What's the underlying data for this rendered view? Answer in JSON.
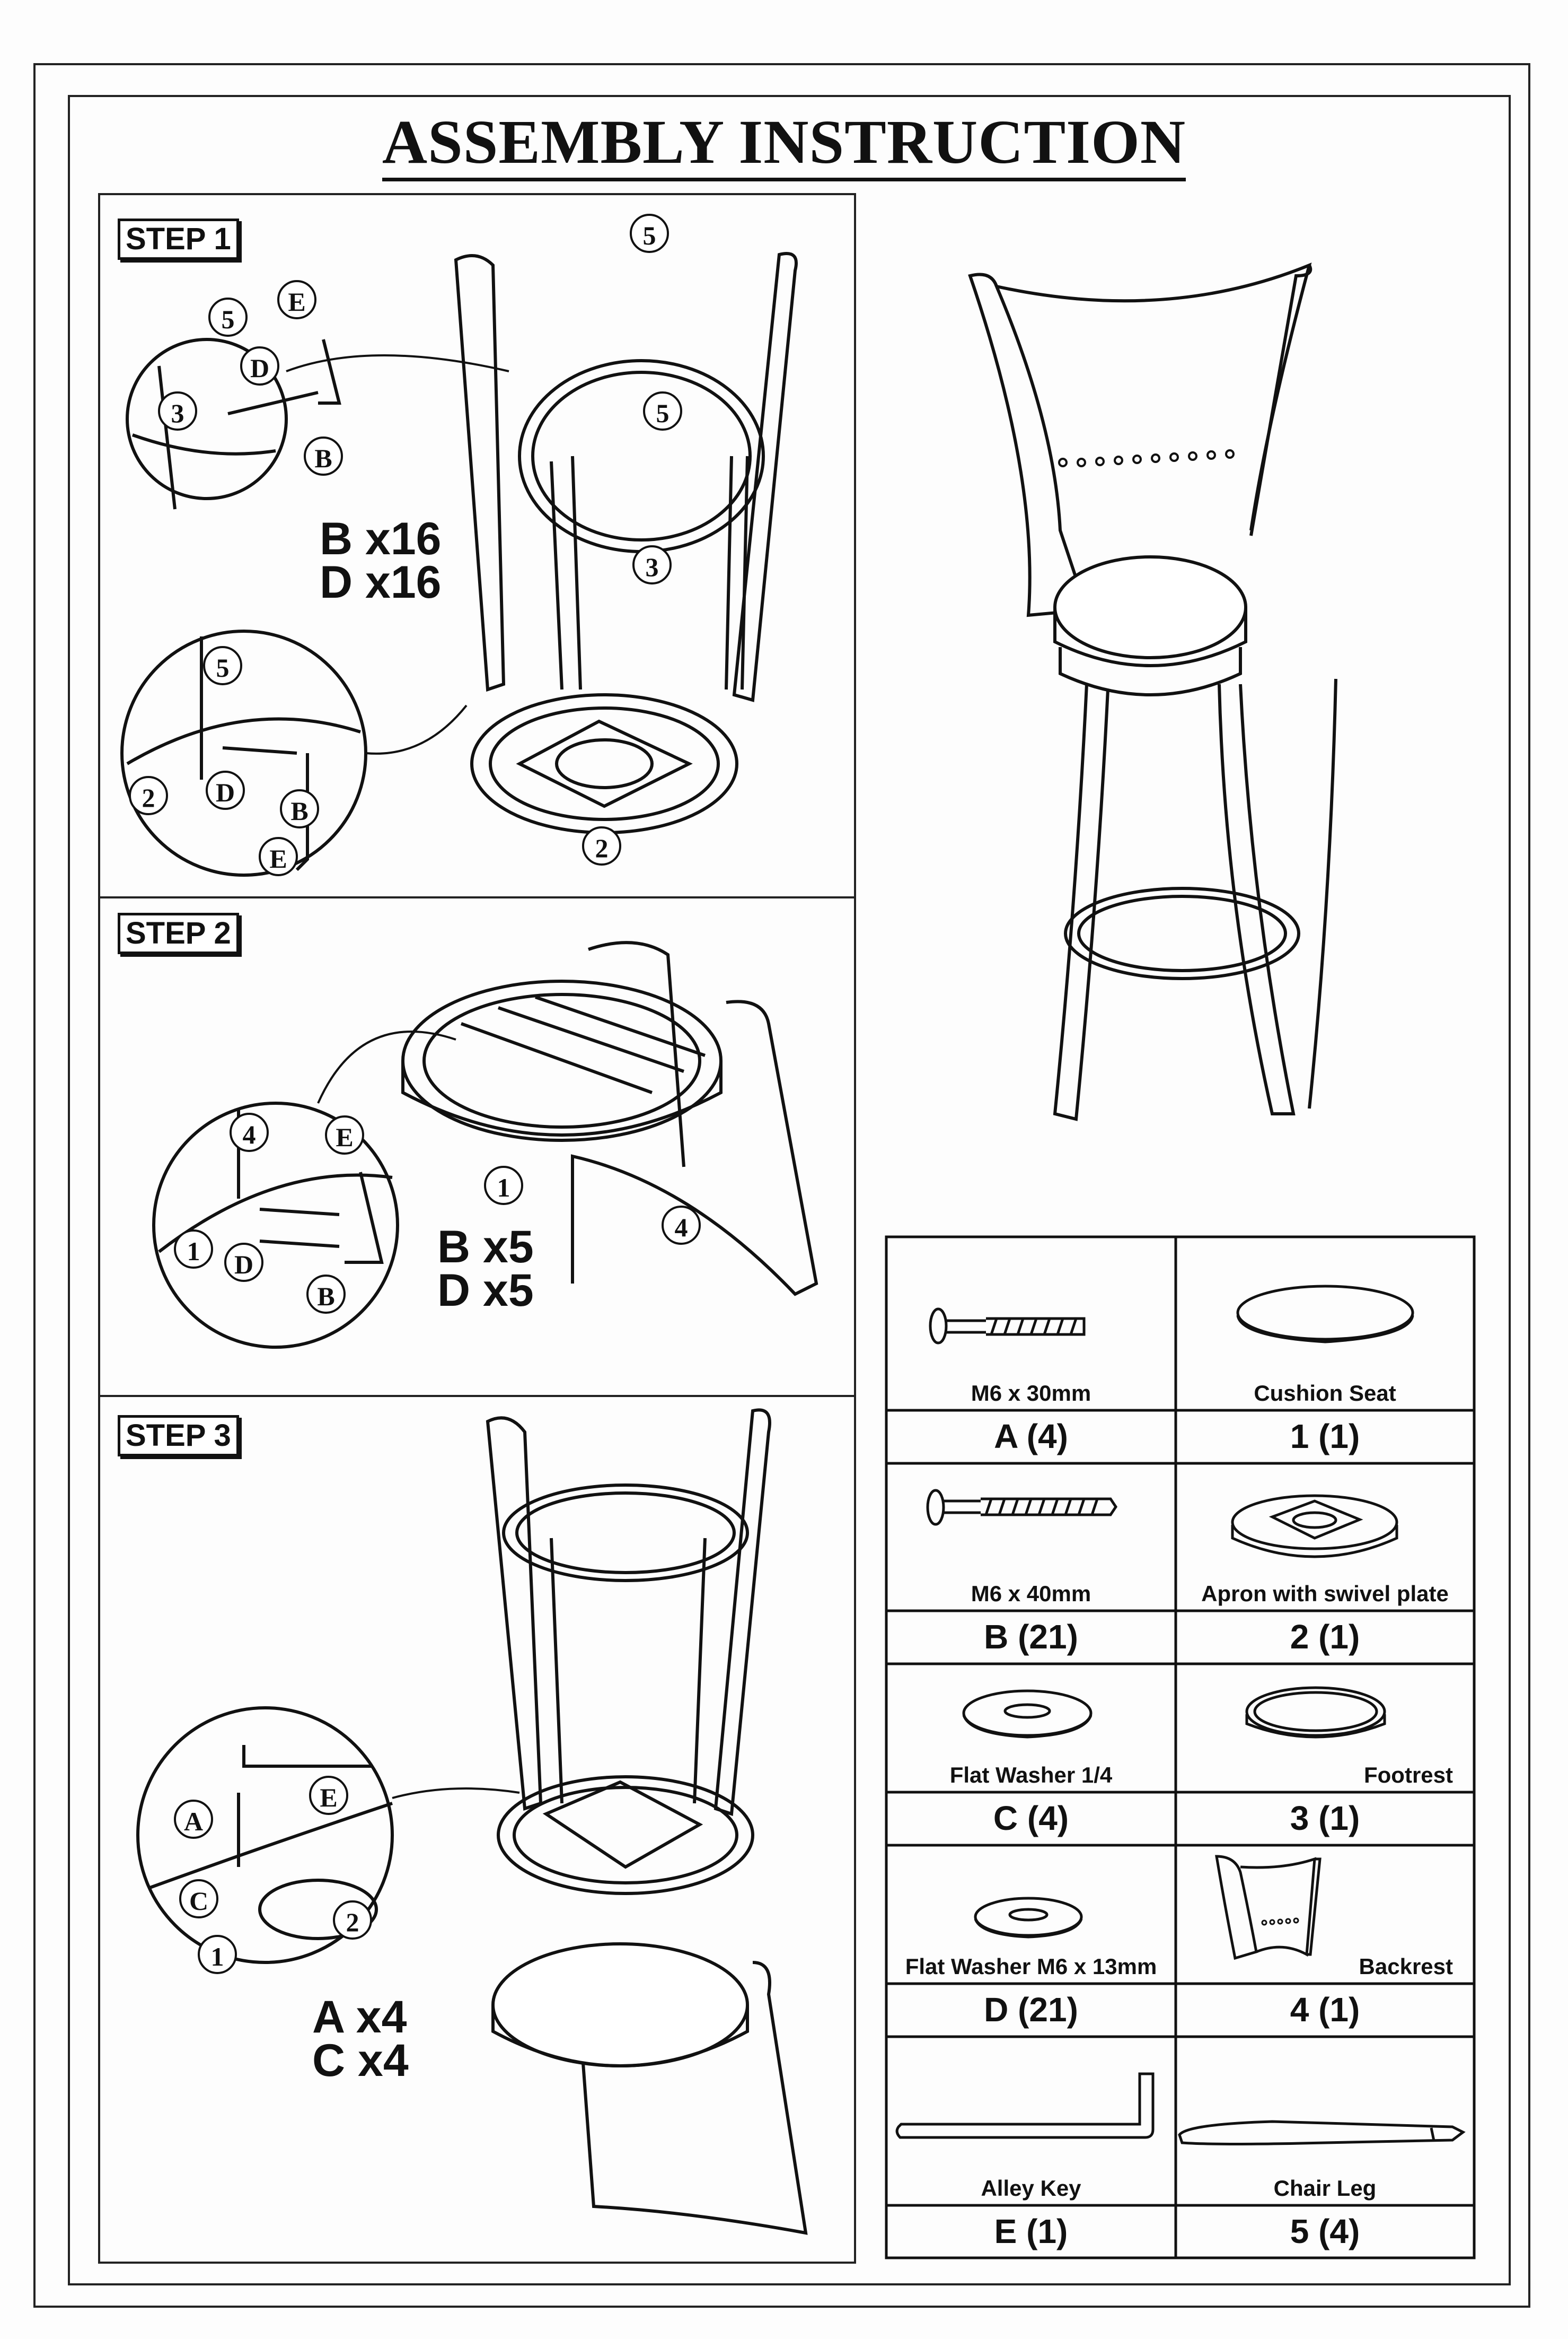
{
  "title": "ASSEMBLY INSTRUCTION",
  "steps": [
    {
      "label": "STEP 1",
      "quantities": [
        "B x16",
        "D x16"
      ],
      "callouts": [
        "5",
        "5",
        "3",
        "2",
        "5",
        "E",
        "D",
        "3",
        "B",
        "5",
        "D",
        "B",
        "2",
        "E"
      ]
    },
    {
      "label": "STEP 2",
      "quantities": [
        "B x5",
        "D x5"
      ],
      "callouts": [
        "1",
        "4",
        "4",
        "E",
        "1",
        "D",
        "B"
      ]
    },
    {
      "label": "STEP 3",
      "quantities": [
        "A x4",
        "C x4"
      ],
      "callouts": [
        "A",
        "E",
        "C",
        "1",
        "2"
      ]
    }
  ],
  "parts": [
    {
      "name": "M6 x 30mm",
      "code": "A (4)",
      "icon": "bolt-short"
    },
    {
      "name": "Cushion Seat",
      "code": "1 (1)",
      "icon": "cushion-seat"
    },
    {
      "name": "M6 x 40mm",
      "code": "B (21)",
      "icon": "bolt-long"
    },
    {
      "name": "Apron with swivel plate",
      "code": "2 (1)",
      "icon": "apron"
    },
    {
      "name": "Flat Washer 1/4",
      "code": "C (4)",
      "icon": "washer"
    },
    {
      "name": "Footrest",
      "code": "3 (1)",
      "icon": "footrest-ring"
    },
    {
      "name": "Flat Washer M6 x 13mm",
      "code": "D (21)",
      "icon": "washer"
    },
    {
      "name": "Backrest",
      "code": "4 (1)",
      "icon": "backrest"
    },
    {
      "name": "Alley Key",
      "code": "E (1)",
      "icon": "allen-key"
    },
    {
      "name": "Chair Leg",
      "code": "5 (4)",
      "icon": "chair-leg"
    }
  ]
}
